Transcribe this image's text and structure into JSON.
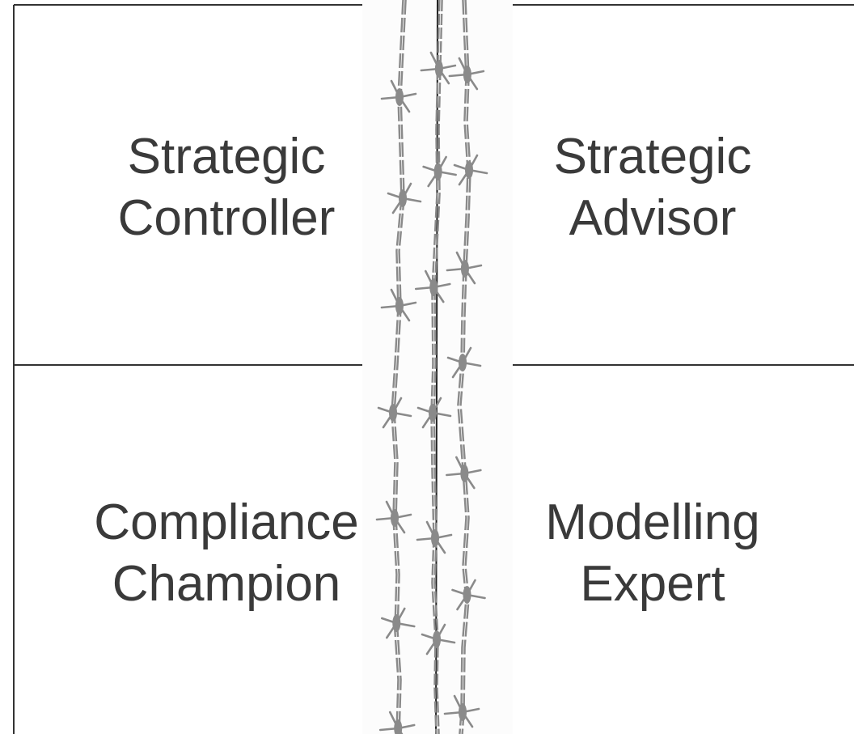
{
  "diagram": {
    "quadrants": [
      {
        "id": "top-left",
        "line1": "Strategic",
        "line2": "Controller"
      },
      {
        "id": "top-right",
        "line1": "Strategic",
        "line2": "Advisor"
      },
      {
        "id": "bottom-left",
        "line1": "Compliance",
        "line2": "Champion"
      },
      {
        "id": "bottom-right",
        "line1": "Modelling",
        "line2": "Expert"
      }
    ],
    "divider": {
      "icon": "barbed-wire-icon",
      "color": "#8a8a8a"
    },
    "border_color": "#333333",
    "text_color": "#3a3a3a"
  }
}
